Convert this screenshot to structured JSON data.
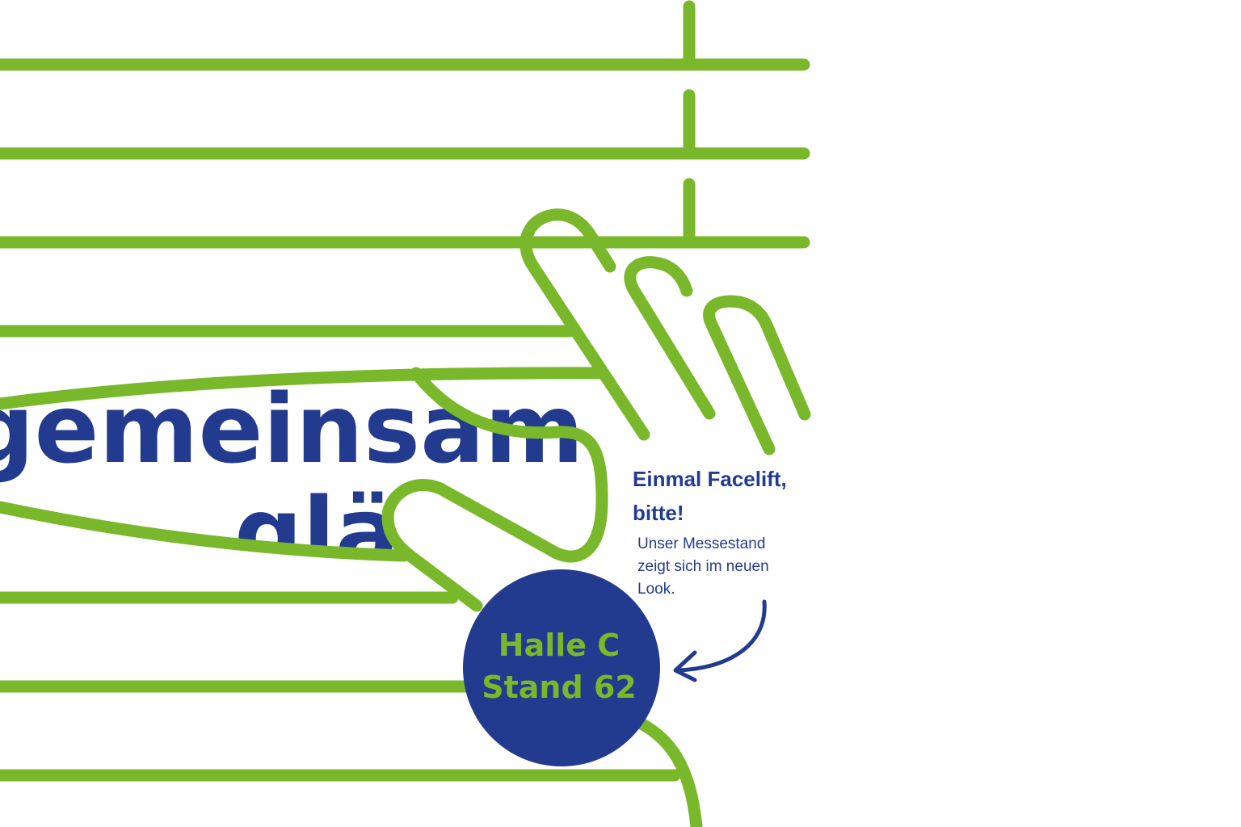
{
  "colors": {
    "green": "#78b82a",
    "blue": "#233b8f",
    "background": "#ffffff"
  },
  "headline": {
    "line1": "gemeinsam",
    "line2_partial": "glä"
  },
  "callout": {
    "title": "Einmal Facelift,\nbitte!",
    "subtitle": "Unser Messestand zeigt sich im neuen Look."
  },
  "badge": {
    "line1": "Halle C",
    "line2": "Stand 62"
  },
  "illustration": {
    "subject": "hand-parting-window-blinds",
    "icons": [
      "hand-icon",
      "arrow-icon"
    ]
  }
}
